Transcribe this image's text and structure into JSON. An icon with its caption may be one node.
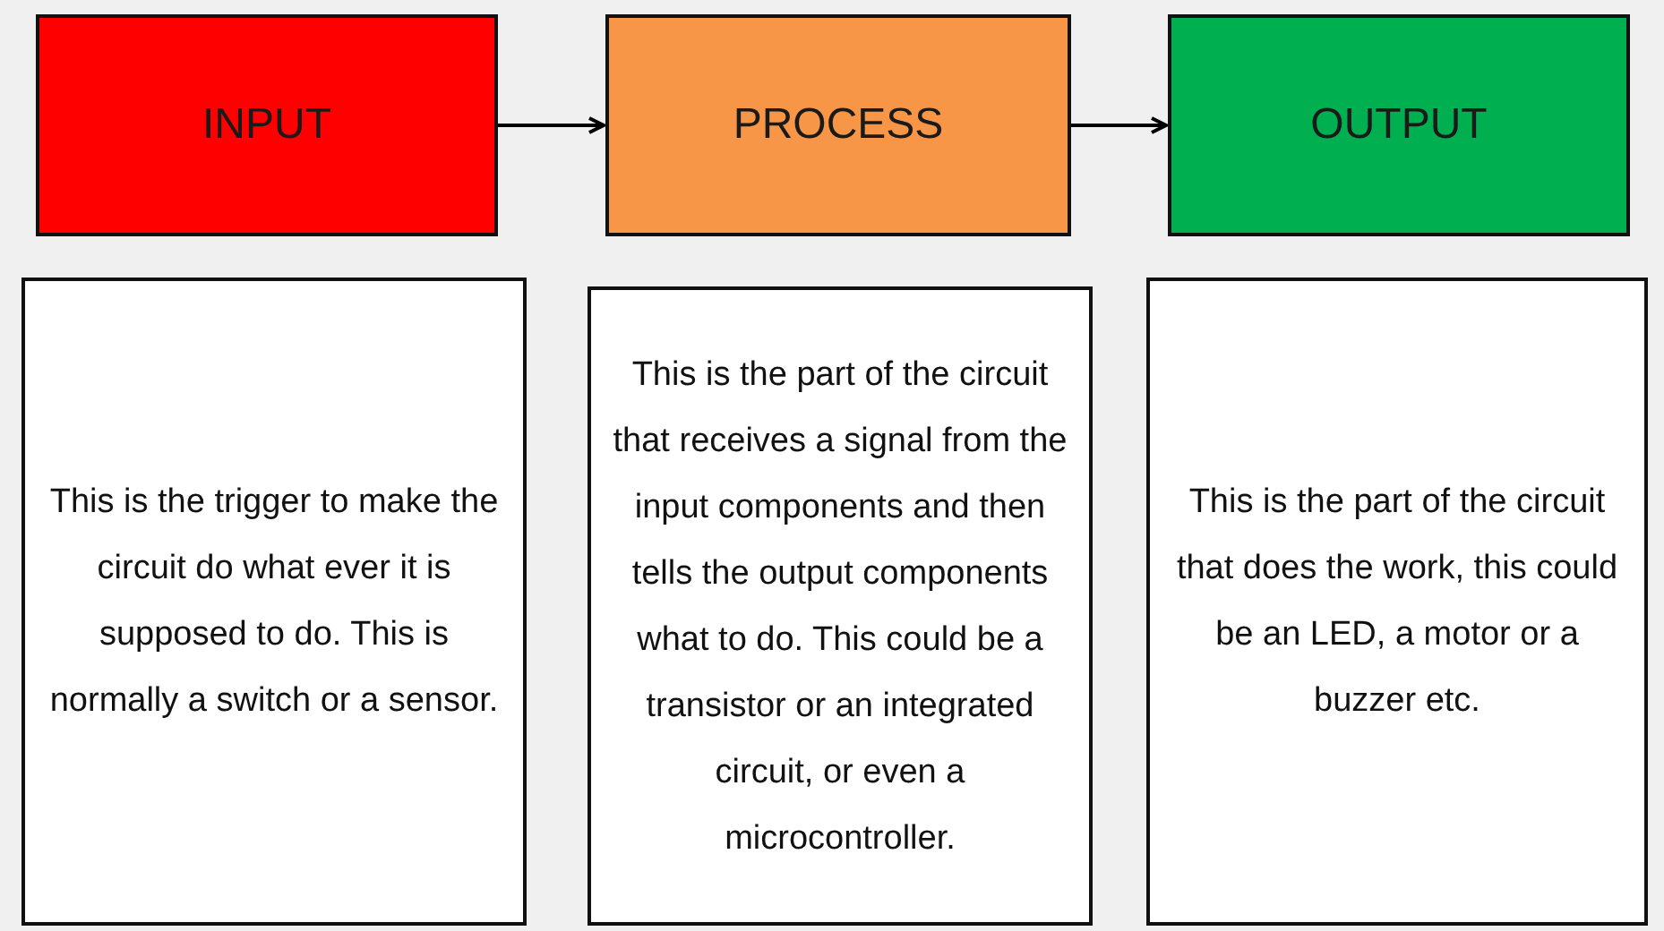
{
  "diagram": {
    "nodes": [
      {
        "text": [
          "INPUT"
        ]
      },
      {
        "text": [
          "PROCESS"
        ]
      },
      {
        "text": [
          "OUTPUT"
        ]
      },
      {
        "text": [
          "This is the trigger to make the circuit do what ever it is supposed to do. This is normally a switch or a sensor."
        ]
      },
      {
        "text": [
          "This is the part of the circuit that receives a signal from the input components and then tells the output components what to do. This could be a transistor or an integrated circuit, or even a microcontroller."
        ]
      },
      {
        "text": [
          "This is the part of the circuit that does the work, this could be an LED, a motor or a buzzer etc."
        ]
      }
    ],
    "edges": [
      {
        "from": 0,
        "to": 1,
        "arrow": "to"
      },
      {
        "from": 1,
        "to": 2,
        "arrow": "to"
      }
    ]
  }
}
